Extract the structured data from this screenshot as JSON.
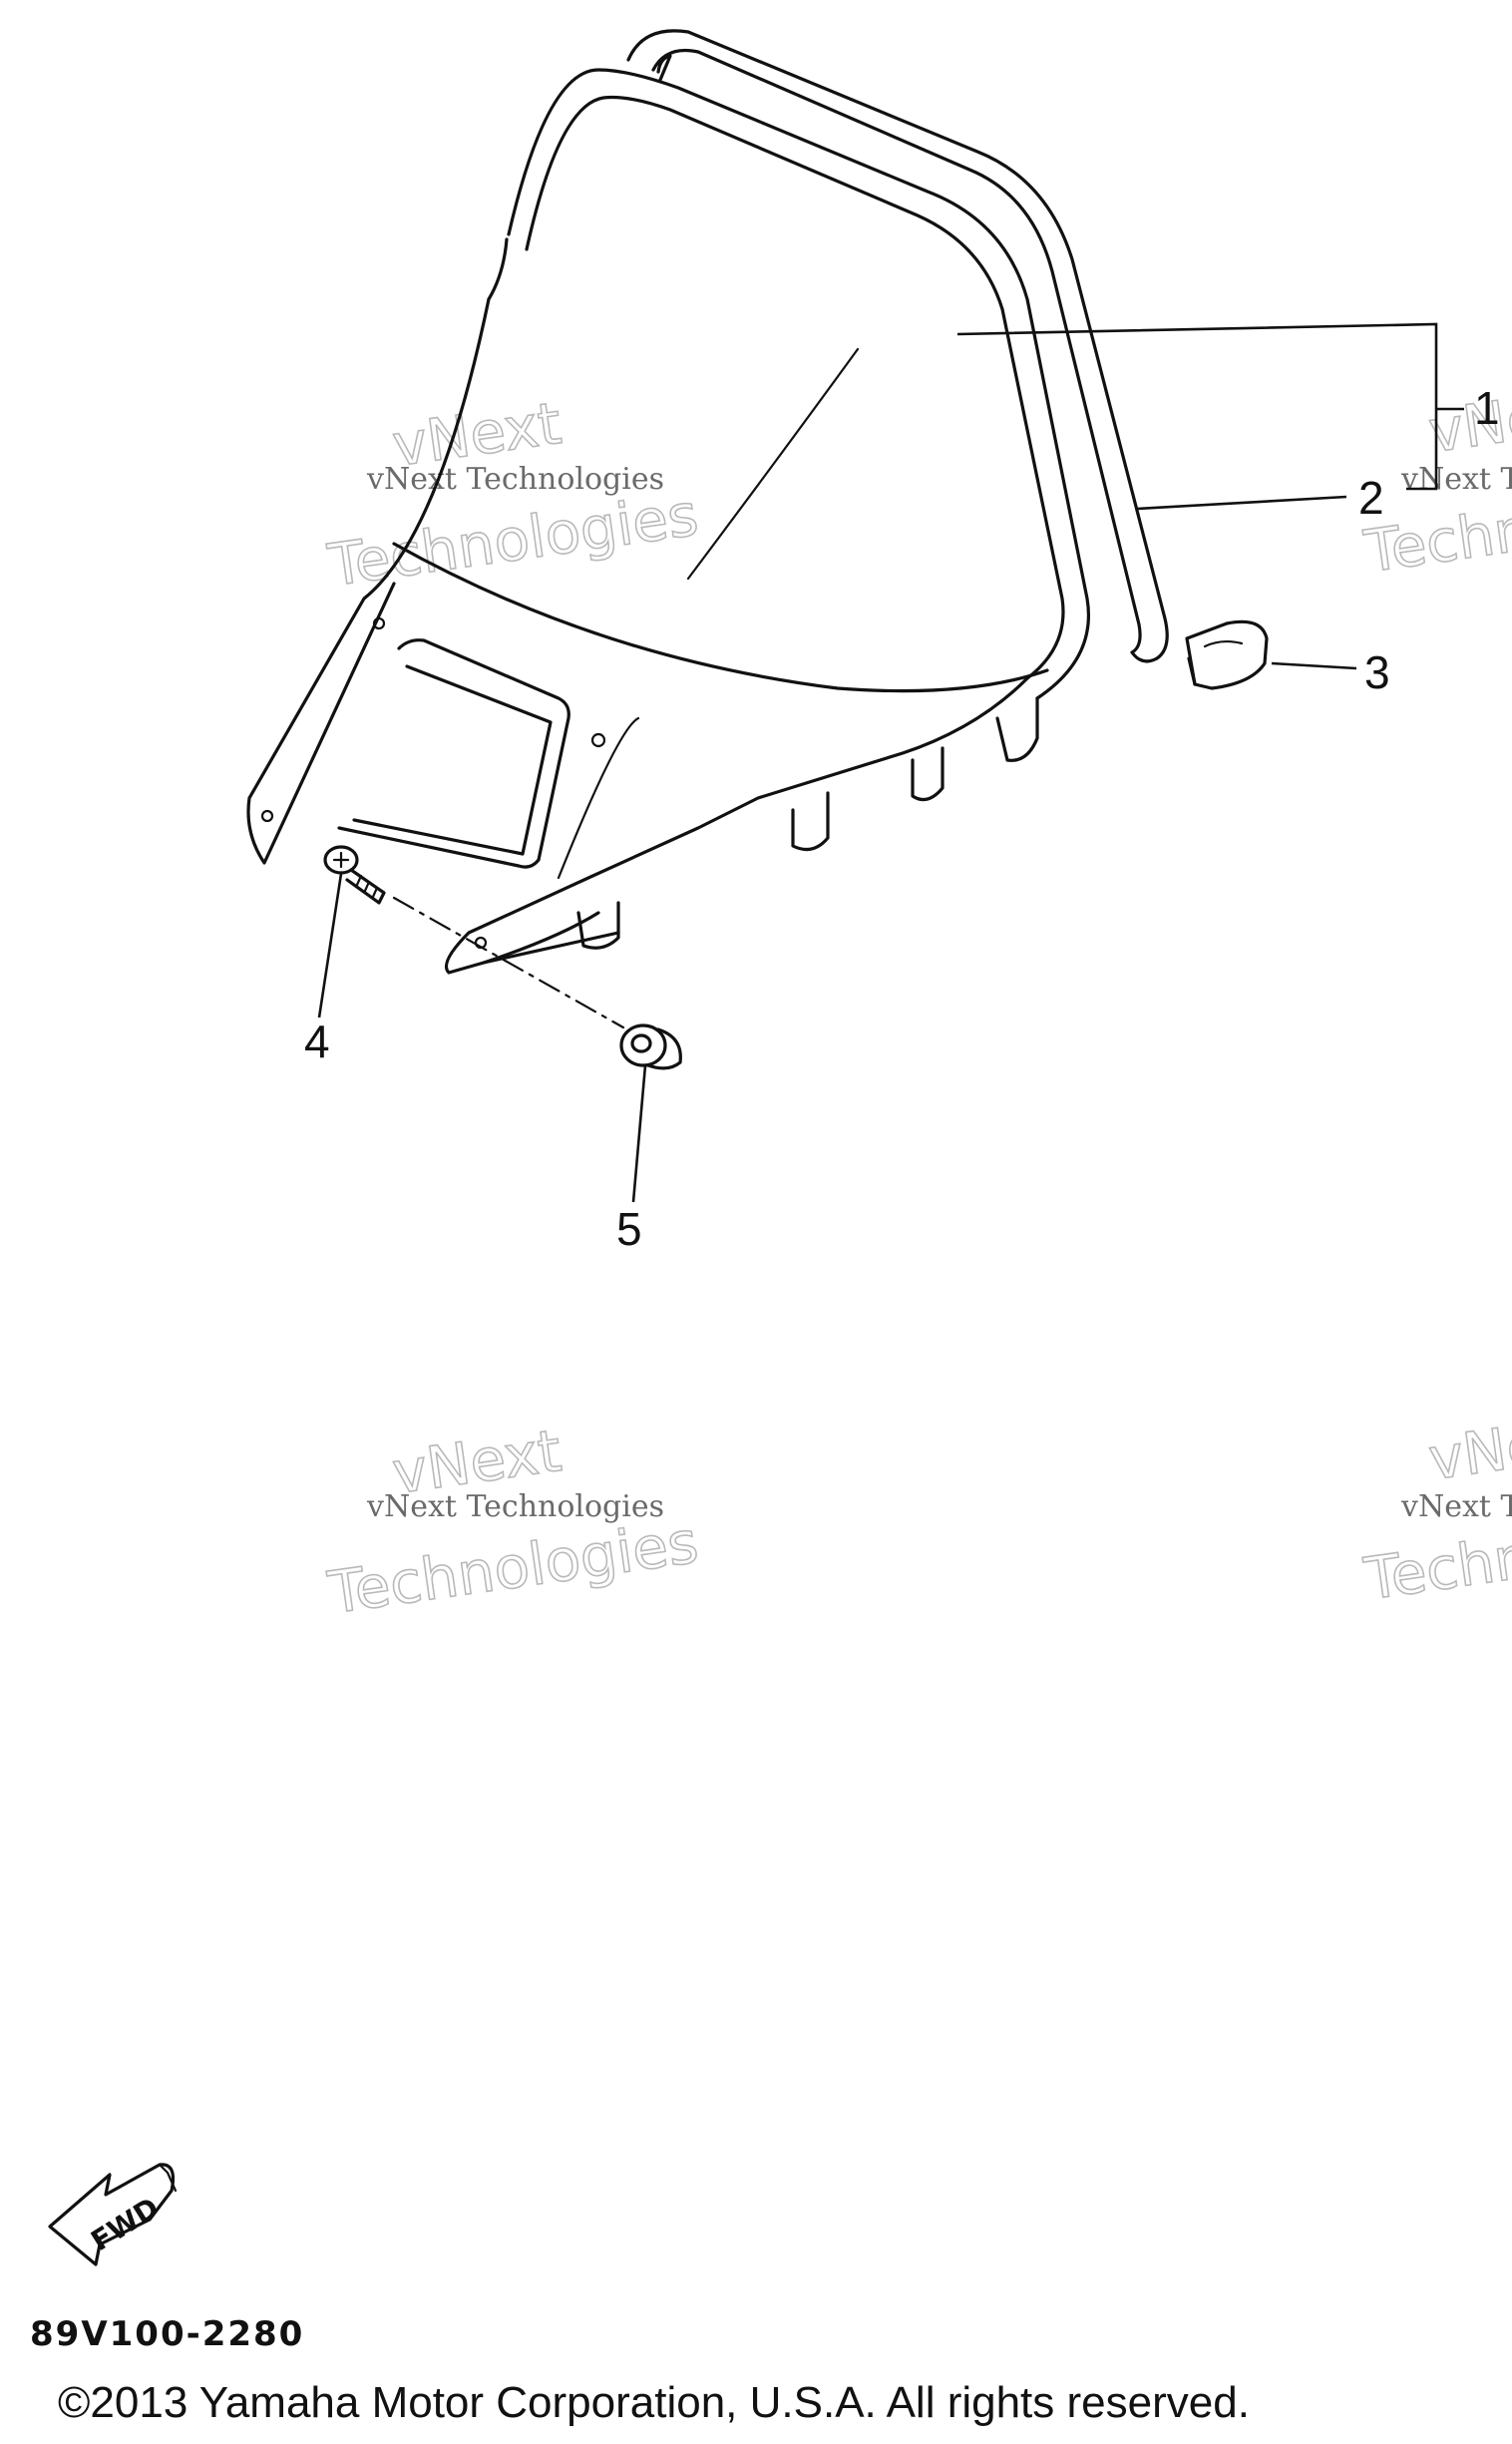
{
  "callouts": [
    "1",
    "2",
    "3",
    "4",
    "5"
  ],
  "watermark": {
    "line1": "vNext",
    "line2": "vNext Technologies",
    "line3": "Technologies"
  },
  "fwd_label": "FWD",
  "drawing_code": "89V100-2280",
  "copyright": "©2013 Yamaha Motor Corporation, U.S.A. All rights reserved."
}
